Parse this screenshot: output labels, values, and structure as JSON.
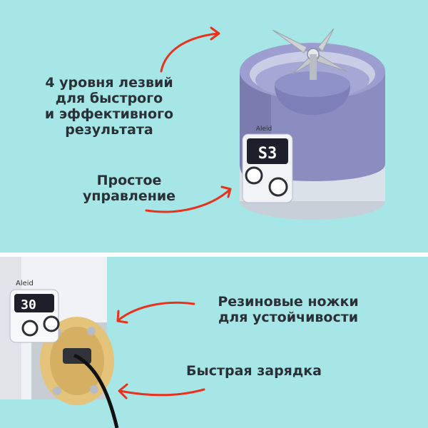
{
  "colors": {
    "background": "#a6e6e6",
    "text": "#2b2f36",
    "arrow": "#e8321e",
    "blender": "#8a8cbf",
    "divider": "#ffffff"
  },
  "captions": {
    "blades": [
      "4 уровня лезвий",
      "для быстрого",
      "и эффективного",
      "результата"
    ],
    "control": [
      "Простое",
      "управление"
    ],
    "feet": [
      "Резиновые ножки",
      "для устойчивости"
    ],
    "charging": [
      "Быстрая зарядка"
    ]
  },
  "device": {
    "display_top": "S3",
    "display_bottom": "30",
    "brand": "Aleid"
  }
}
